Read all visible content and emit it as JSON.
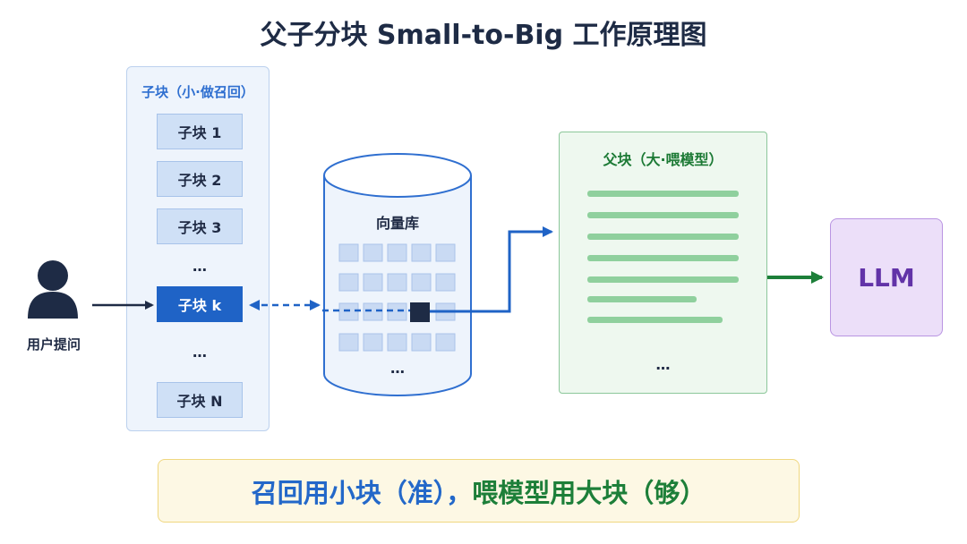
{
  "title": "父子分块 Small-to-Big 工作原理图",
  "child_panel": {
    "title": "子块（小·做召回）",
    "chunks": [
      "子块 1",
      "子块 2",
      "子块 3",
      "…",
      "子块 k",
      "…",
      "子块 N"
    ],
    "active_chunk": "子块 k"
  },
  "user": {
    "label": "用户提问",
    "icon": "person-icon"
  },
  "vector_db": {
    "label": "向量库",
    "ellipsis": "…"
  },
  "parent_panel": {
    "title": "父块（大·喂模型）",
    "ellipsis": "…"
  },
  "llm": {
    "label": "LLM"
  },
  "banner": {
    "part1": "召回用小块（准），",
    "part2": "喂模型用大块（够）"
  },
  "colors": {
    "blue": "#1f63c6",
    "navy": "#1e2b45",
    "green": "#1d7f39",
    "purple": "#6233a8",
    "light_blue": "#cfe0f6",
    "light_green": "#eef8ef"
  }
}
